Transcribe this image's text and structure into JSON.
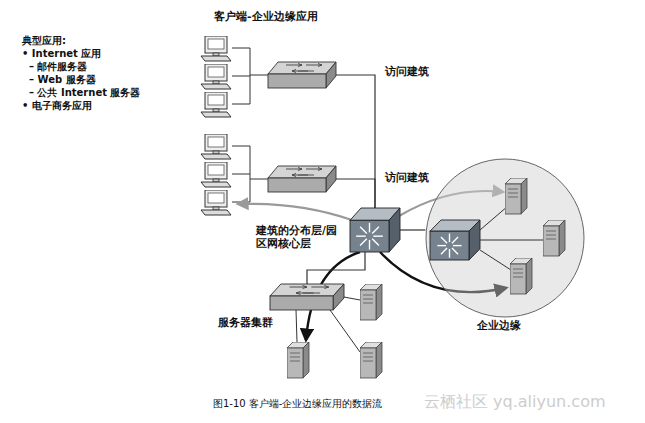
{
  "diagram": {
    "title": "客户端-企业边缘应用",
    "caption": "图1-10 客户端-企业边缘应用的数据流",
    "nodes": [
      {
        "text": [
          "访问建筑"
        ]
      },
      {
        "text": [
          "访问建筑"
        ]
      },
      {
        "text": [
          "建筑的分布层/园区网核心层"
        ]
      },
      {
        "text": [
          "服务器集群"
        ]
      },
      {
        "text": [
          "企业边缘"
        ]
      }
    ],
    "edges": [
      {
        "from": 0,
        "to": 2,
        "arrow": "none"
      },
      {
        "from": 1,
        "to": 2,
        "arrow": "none"
      },
      {
        "from": 2,
        "to": 3,
        "arrow": "none"
      },
      {
        "from": 2,
        "to": 4,
        "arrow": "none"
      }
    ],
    "labels": [
      "典型应用:",
      "• Internet 应用",
      "– 邮件服务器",
      "– Web 服务器",
      "– 公共 Internet 服务器",
      "• 电子商务应用",
      "云栖社区 yq.aliyun.com"
    ]
  }
}
